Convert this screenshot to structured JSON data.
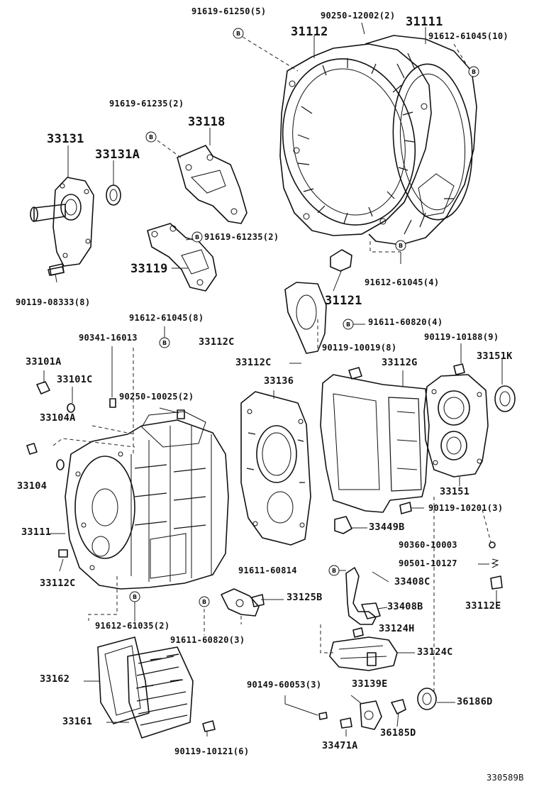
{
  "bolt_marker": "B",
  "figure_code": "330589B",
  "labels": {
    "p_91619_61250": "91619-61250(5)",
    "p_90250_12002": "90250-12002(2)",
    "p_31112": "31112",
    "p_31111": "31111",
    "p_91612_61045_10": "91612-61045(10)",
    "p_91619_61235_2a": "91619-61235(2)",
    "p_33118": "33118",
    "p_33131": "33131",
    "p_33131A": "33131A",
    "p_91619_61235_2b": "91619-61235(2)",
    "p_33119": "33119",
    "p_90119_08333": "90119-08333(8)",
    "p_91612_61045_4": "91612-61045(4)",
    "p_31121": "31121",
    "p_91612_61045_8": "91612-61045(8)",
    "p_91611_60820_4": "91611-60820(4)",
    "p_90341_16013": "90341-16013",
    "p_33112C_a": "33112C",
    "p_90119_10188": "90119-10188(9)",
    "p_90119_10019": "90119-10019(8)",
    "p_33101A": "33101A",
    "p_33112C_b": "33112C",
    "p_33112G": "33112G",
    "p_33151K": "33151K",
    "p_33101C": "33101C",
    "p_33136": "33136",
    "p_90250_10025": "90250-10025(2)",
    "p_33104A": "33104A",
    "p_33104": "33104",
    "p_33151": "33151",
    "p_90119_10201": "90119-10201(3)",
    "p_33111": "33111",
    "p_33449B": "33449B",
    "p_90360_10003": "90360-10003",
    "p_33112C_c": "33112C",
    "p_91611_60814": "91611-60814",
    "p_90501_10127": "90501-10127",
    "p_33408C": "33408C",
    "p_33125B": "33125B",
    "p_33112E": "33112E",
    "p_33408B": "33408B",
    "p_91612_61035": "91612-61035(2)",
    "p_91611_60820_3": "91611-60820(3)",
    "p_33124H": "33124H",
    "p_33124C": "33124C",
    "p_33162": "33162",
    "p_90149_60053": "90149-60053(3)",
    "p_33139E": "33139E",
    "p_36186D": "36186D",
    "p_33161": "33161",
    "p_36185D": "36185D",
    "p_33471A": "33471A",
    "p_90119_10121": "90119-10121(6)"
  }
}
